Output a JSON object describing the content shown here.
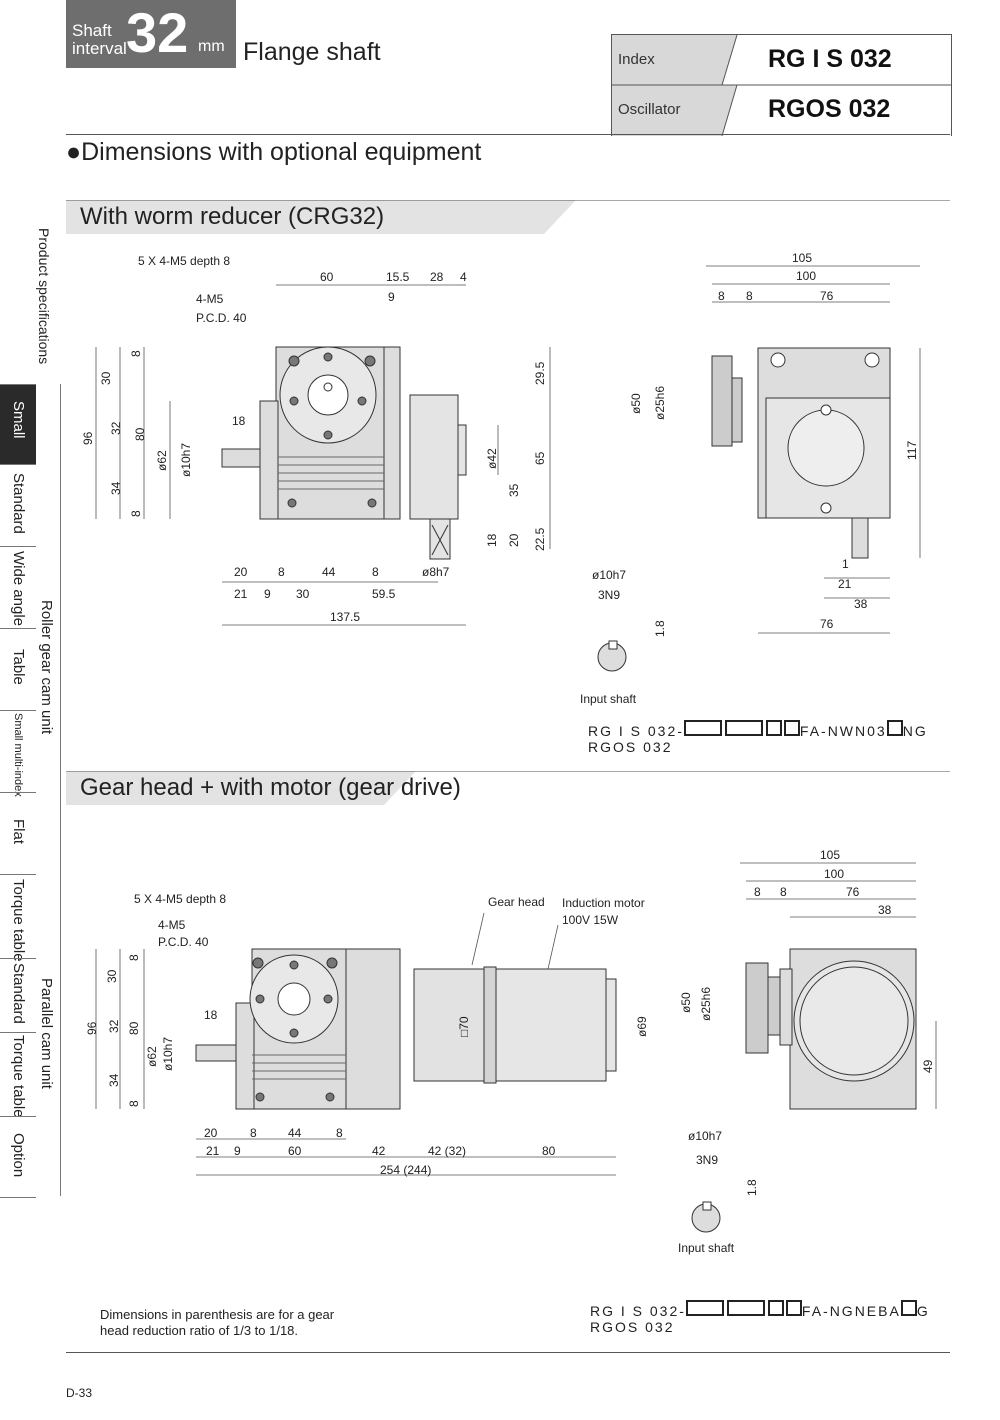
{
  "header": {
    "shaft_label_1": "Shaft",
    "shaft_label_2": "interval",
    "shaft_value": "32",
    "shaft_unit": "mm",
    "title": "Flange shaft",
    "index_label": "Index",
    "index_model": "RG I S 032",
    "oscillator_label": "Oscillator",
    "oscillator_model": "RGOS 032"
  },
  "page_title": "●Dimensions with optional equipment",
  "sections": {
    "worm": {
      "title": "With worm reducer (CRG32)",
      "front_dims": [
        "5 X 4-M5 depth 8",
        "60",
        "15.5",
        "28",
        "4",
        "9",
        "4-M5",
        "P.C.D. 40",
        "30",
        "8",
        "96",
        "32",
        "80",
        "34",
        "8",
        "18",
        "ø62",
        "ø10h7",
        "ø42",
        "29.5",
        "65",
        "35",
        "18",
        "20",
        "22.5",
        "20",
        "8",
        "44",
        "8",
        "ø8h7",
        "21",
        "9",
        "30",
        "59.5",
        "137.5"
      ],
      "side_dims": [
        "105",
        "100",
        "8",
        "8",
        "76",
        "ø50",
        "ø25h6",
        "117",
        "1",
        "21",
        "38",
        "76"
      ],
      "shaft_dims": [
        "ø10h7",
        "3N9",
        "1.8"
      ],
      "shaft_caption": "Input shaft",
      "code_line1_a": "RG I S 032-",
      "code_line1_b": "FA-NWN03",
      "code_line1_c": "NG",
      "code_line2": "RGOS 032"
    },
    "gear": {
      "title": "Gear head + with motor (gear drive)",
      "front_dims": [
        "5 X 4-M5 depth 8",
        "4-M5",
        "P.C.D. 40",
        "Gear head",
        "Induction motor",
        "100V 15W",
        "30",
        "8",
        "96",
        "32",
        "80",
        "34",
        "8",
        "18",
        "ø62",
        "ø10h7",
        "□70",
        "ø69",
        "20",
        "8",
        "44",
        "8",
        "21",
        "9",
        "60",
        "42",
        "42 (32)",
        "80",
        "254 (244)"
      ],
      "side_dims": [
        "105",
        "100",
        "8",
        "8",
        "76",
        "38",
        "ø50",
        "ø25h6",
        "49"
      ],
      "shaft_dims": [
        "ø10h7",
        "3N9",
        "1.8"
      ],
      "shaft_caption": "Input shaft",
      "code_line1_a": "RG I S 032-",
      "code_line1_b": "FA-NGNEBA",
      "code_line1_c": "G",
      "code_line2": "RGOS 032"
    }
  },
  "sidebar": {
    "product_specs": "Product specifications",
    "small": "Small",
    "standard": "Standard",
    "wide_angle": "Wide angle",
    "table": "Table",
    "small_multi": "Small multi-index",
    "flat": "Flat",
    "torque_table": "Torque table",
    "roller_group": "Roller gear cam unit",
    "standard2": "Standard",
    "torque_table2": "Torque table",
    "parallel_group": "Parallel cam unit",
    "option": "Option"
  },
  "footnote": {
    "line1": "Dimensions in parenthesis are for a gear",
    "line2": "head reduction ratio of 1/3 to 1/18."
  },
  "page_number": "D-33"
}
